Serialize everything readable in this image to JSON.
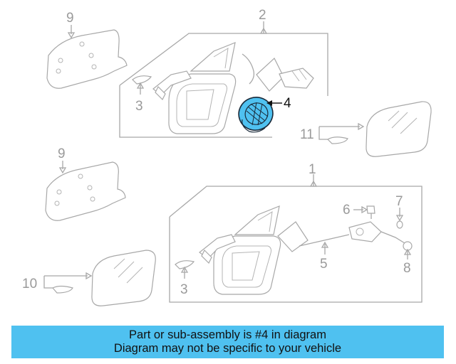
{
  "callouts": {
    "n1": "1",
    "n2": "2",
    "n3a": "3",
    "n3b": "3",
    "n4": "4",
    "n5": "5",
    "n6": "6",
    "n7": "7",
    "n8": "8",
    "n9a": "9",
    "n9b": "9",
    "n10": "10",
    "n11": "11"
  },
  "highlight": {
    "part": "4",
    "color": "#4fc1f0"
  },
  "banner": {
    "line1": "Part or sub-assembly is #4 in diagram",
    "line2": "Diagram may not be specific to your vehicle",
    "color": "#4fc1f0"
  }
}
